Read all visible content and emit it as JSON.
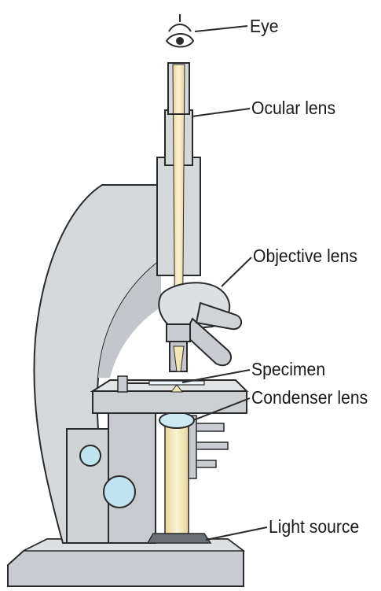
{
  "labels": {
    "eye": "Eye",
    "ocular_lens": "Ocular lens",
    "objective_lens": "Objective lens",
    "specimen": "Specimen",
    "condenser_lens": "Condenser lens",
    "light_source": "Light source"
  },
  "colors": {
    "body_fill": "#d6d9dc",
    "body_dark": "#c3c7cb",
    "outline": "#2a2a2a",
    "light_beam": "#f3e6b9",
    "lens_blue": "#cfe9f3",
    "knob_blue": "#bfe3ef"
  },
  "icons": {
    "eye": "eye-icon"
  }
}
